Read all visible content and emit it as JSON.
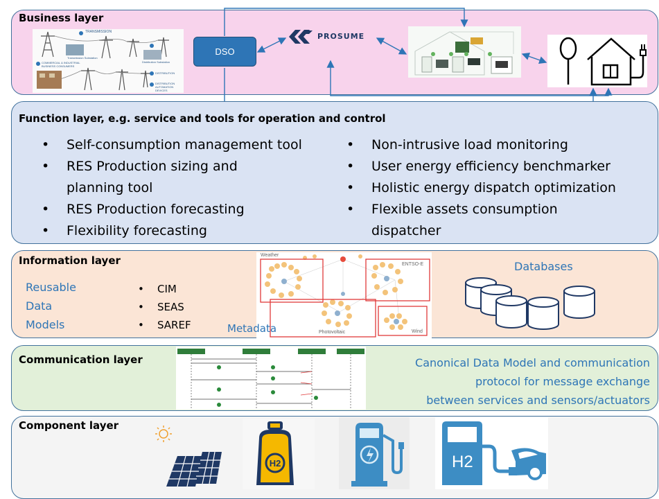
{
  "business": {
    "title": "Business layer",
    "dso_label": "DSO",
    "prosume_label": "PROSUME",
    "grid_labels": [
      "TRANSMISSION",
      "Transmission Substation",
      "Distribution Substation",
      "COMMERCIAL & INDUSTRIAL BUSINESS CONSUMERS",
      "DISTRIBUTION",
      "DISTRIBUTION AUTOMATION DEVICES"
    ]
  },
  "function": {
    "title": "Function layer, e.g. service and tools for operation and control",
    "left_items": [
      "Self-consumption management tool",
      "RES Production sizing and planning tool",
      "RES Production forecasting",
      "Flexibility forecasting"
    ],
    "right_items": [
      "Non-intrusive load monitoring",
      "User energy efficiency benchmarker",
      "Holistic energy dispatch optimization",
      "Flexible assets consumption dispatcher"
    ]
  },
  "information": {
    "title": "Information layer",
    "reusable": [
      "Reusable",
      "Data",
      "Models"
    ],
    "models": [
      "CIM",
      "SEAS",
      "SAREF"
    ],
    "metadata_label": "Metadata",
    "graph_labels": [
      "Weather",
      "ENTSO-E",
      "Photovoltaic",
      "Wind"
    ],
    "databases_label": "Databases"
  },
  "communication": {
    "title": "Communication layer",
    "description": [
      "Canonical Data Model and communication",
      "protocol for message exchange",
      "between services and sensors/actuators"
    ]
  },
  "component": {
    "title": "Component layer",
    "h2_label": "H2"
  },
  "colors": {
    "business_bg": "#f8d3ec",
    "function_bg": "#dae3f3",
    "information_bg": "#fbe5d6",
    "communication_bg": "#e2f0d9",
    "component_bg": "#f4f4f4",
    "accent": "#2e75b6"
  }
}
